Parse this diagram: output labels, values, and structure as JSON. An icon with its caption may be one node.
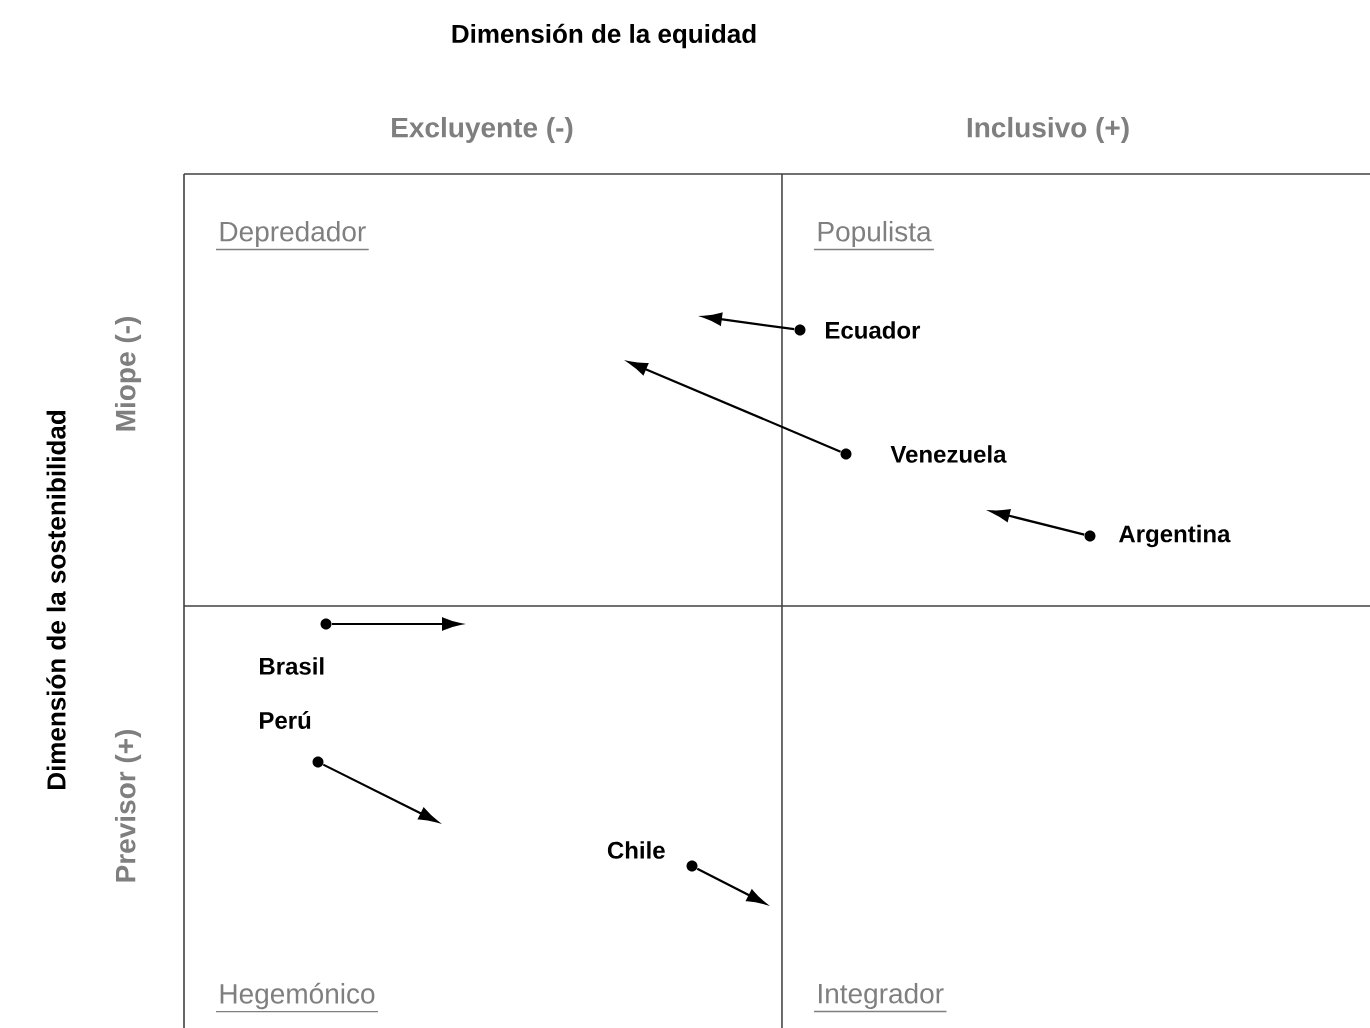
{
  "diagram": {
    "nodes": [
      {
        "text": [],
        "shape": "circle",
        "beside": [
          "Ecuador"
        ]
      },
      {
        "text": [],
        "shape": "circle",
        "beside": [
          "Venezuela"
        ]
      },
      {
        "text": [],
        "shape": "circle",
        "beside": [
          "Argentina"
        ]
      },
      {
        "text": [],
        "shape": "circle",
        "beside": [
          "Brasil"
        ]
      },
      {
        "text": [],
        "shape": "circle",
        "beside": [
          "Perú"
        ]
      },
      {
        "text": [],
        "shape": "circle",
        "beside": [
          "Chile"
        ]
      }
    ],
    "edges": [
      {
        "from": 0,
        "to": null,
        "arrow": "to"
      },
      {
        "from": 1,
        "to": null,
        "arrow": "to"
      },
      {
        "from": 2,
        "to": null,
        "arrow": "to"
      },
      {
        "from": 3,
        "to": null,
        "arrow": "to"
      },
      {
        "from": 4,
        "to": null,
        "arrow": "to"
      },
      {
        "from": 5,
        "to": null,
        "arrow": "to"
      }
    ],
    "labels": [
      "Dimensión de la equidad",
      "Excluyente (-)",
      "Inclusivo (+)",
      "Dimensión de la sostenibilidad",
      "Miope (-)",
      "Depredador",
      "Populista",
      "Previsor (+)",
      "Hegemónico",
      "Integrador"
    ]
  }
}
